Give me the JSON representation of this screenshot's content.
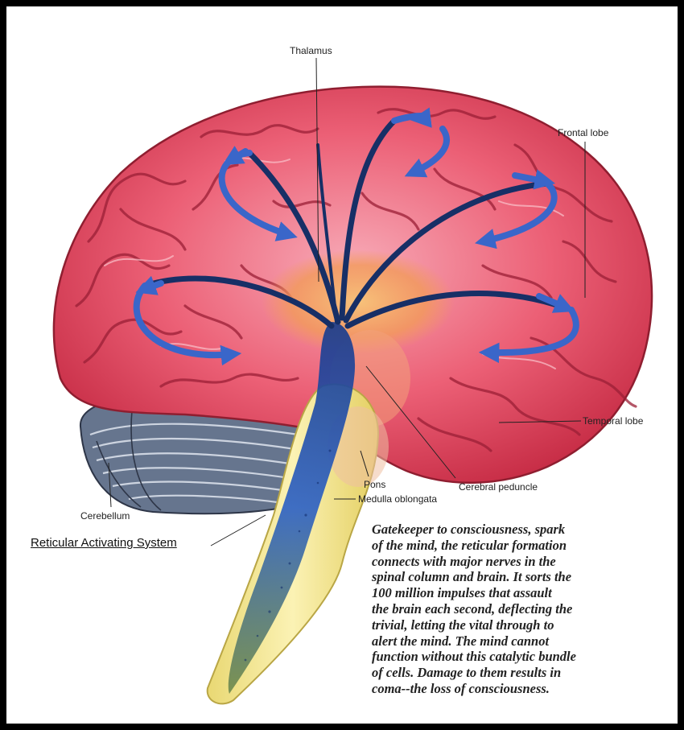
{
  "labels": {
    "thalamus": "Thalamus",
    "frontal_lobe": "Frontal lobe",
    "temporal_lobe": "Temporal lobe",
    "cerebral_peduncle": "Cerebral peduncle",
    "pons": "Pons",
    "medulla_oblongata": "Medulla oblongata",
    "cerebellum": "Cerebellum",
    "reticular_activating_system": "Reticular Activating System"
  },
  "caption_lines": [
    "Gatekeeper to consciousness, spark",
    "of the mind, the reticular formation",
    "connects with major nerves in the",
    "spinal column and brain.  It sorts the",
    "100 million impulses that assault",
    "the brain each second, deflecting the",
    "trivial, letting the vital through to",
    "alert the mind.  The mind cannot",
    "function without this catalytic bundle",
    "of cells.  Damage to them results in",
    "coma--the loss of consciousness."
  ],
  "colors": {
    "cortex": "#e8475e",
    "cortex_light": "#f6a3b0",
    "cerebellum": "#5f6e86",
    "brainstem": "#f5e58a",
    "pathway": "#1f3f8e",
    "arrow": "#3a66c9",
    "thalamus_glow": "#f29a5a"
  }
}
